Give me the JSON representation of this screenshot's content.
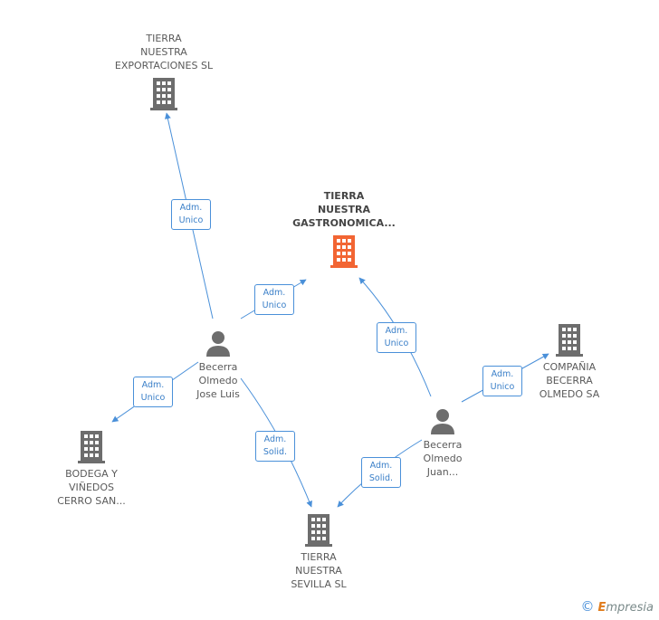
{
  "colors": {
    "edge": "#4a90d9",
    "company": "#6d6d6d",
    "main_company": "#f26533",
    "person": "#6d6d6d"
  },
  "nodes": {
    "tierra_exportaciones": {
      "lines": [
        "TIERRA",
        "NUESTRA",
        "EXPORTACIONES SL"
      ],
      "icon": "building-icon"
    },
    "tierra_gastronomica": {
      "lines": [
        "TIERRA",
        "NUESTRA",
        "GASTRONOMICA..."
      ],
      "icon": "building-icon"
    },
    "compania_becerra": {
      "lines": [
        "COMPAÑIA",
        "BECERRA",
        "OLMEDO SA"
      ],
      "icon": "building-icon"
    },
    "bodega_vinedos": {
      "lines": [
        "BODEGA Y",
        "VIÑEDOS",
        "CERRO SAN..."
      ],
      "icon": "building-icon"
    },
    "tierra_sevilla": {
      "lines": [
        "TIERRA",
        "NUESTRA",
        "SEVILLA SL"
      ],
      "icon": "building-icon"
    },
    "becerra_jose_luis": {
      "lines": [
        "Becerra",
        "Olmedo",
        "Jose Luis"
      ],
      "icon": "person-icon"
    },
    "becerra_juan": {
      "lines": [
        "Becerra",
        "Olmedo",
        "Juan..."
      ],
      "icon": "person-icon"
    }
  },
  "edges": [
    {
      "from": "becerra_jose_luis",
      "to": "tierra_exportaciones",
      "label": [
        "Adm.",
        "Unico"
      ]
    },
    {
      "from": "becerra_jose_luis",
      "to": "tierra_gastronomica",
      "label": [
        "Adm.",
        "Unico"
      ]
    },
    {
      "from": "becerra_jose_luis",
      "to": "bodega_vinedos",
      "label": [
        "Adm.",
        "Unico"
      ]
    },
    {
      "from": "becerra_jose_luis",
      "to": "tierra_sevilla",
      "label": [
        "Adm.",
        "Solid."
      ]
    },
    {
      "from": "becerra_juan",
      "to": "tierra_gastronomica",
      "label": [
        "Adm.",
        "Unico"
      ]
    },
    {
      "from": "becerra_juan",
      "to": "compania_becerra",
      "label": [
        "Adm.",
        "Unico"
      ]
    },
    {
      "from": "becerra_juan",
      "to": "tierra_sevilla",
      "label": [
        "Adm.",
        "Solid."
      ]
    }
  ],
  "copyright": {
    "symbol": "©",
    "brand_first": "E",
    "brand_rest": "mpresia"
  }
}
